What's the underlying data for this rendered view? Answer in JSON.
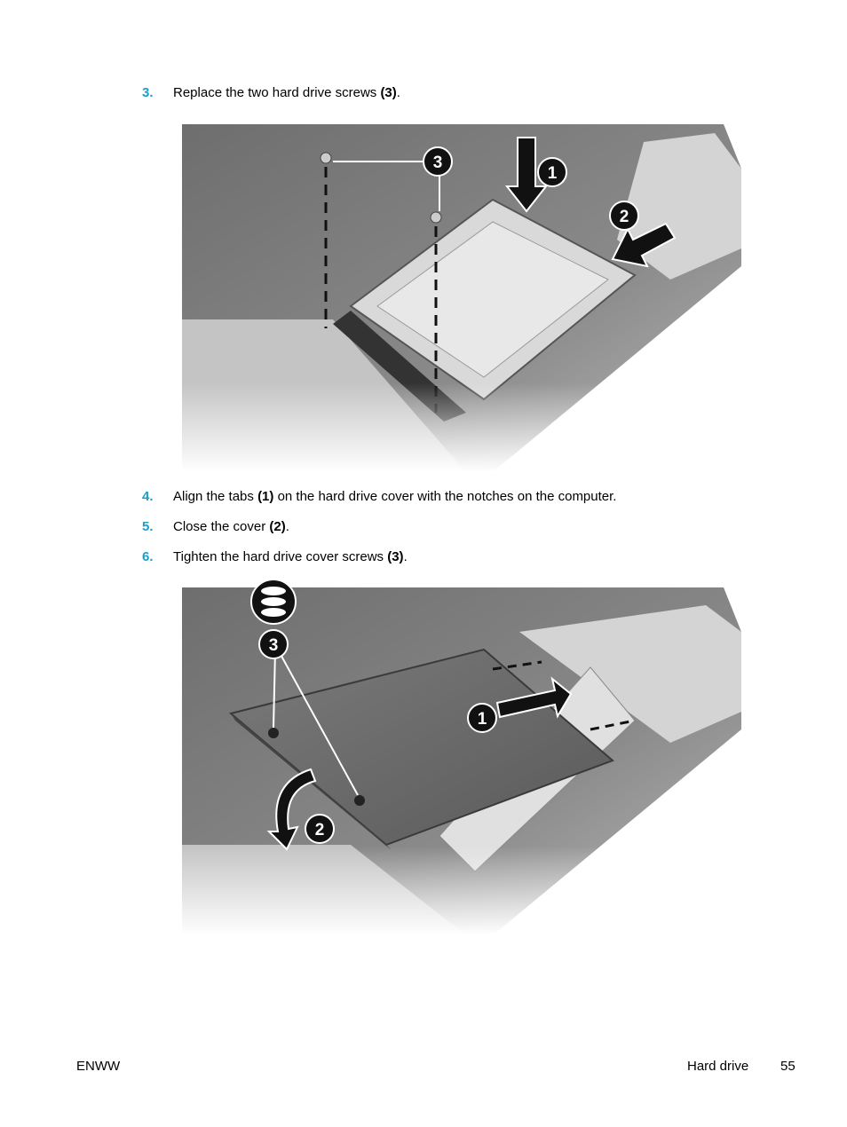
{
  "steps": [
    {
      "number": "3.",
      "pre": "Replace the two hard drive screws ",
      "bold": "(3)",
      "post": ".",
      "bold2": "",
      "post2": ""
    },
    {
      "number": "4.",
      "pre": "Align the tabs ",
      "bold": "(1)",
      "post": " on the hard drive cover with the notches on the computer.",
      "bold2": "",
      "post2": ""
    },
    {
      "number": "5.",
      "pre": "Close the cover ",
      "bold": "(2)",
      "post": ".",
      "bold2": "",
      "post2": ""
    },
    {
      "number": "6.",
      "pre": "Tighten the hard drive cover screws ",
      "bold": "(3)",
      "post": ".",
      "bold2": "",
      "post2": ""
    }
  ],
  "figure1": {
    "callouts": [
      "3",
      "1",
      "2"
    ]
  },
  "figure2": {
    "callouts": [
      "3",
      "1",
      "2"
    ]
  },
  "footer": {
    "left": "ENWW",
    "section": "Hard drive",
    "page": "55"
  }
}
